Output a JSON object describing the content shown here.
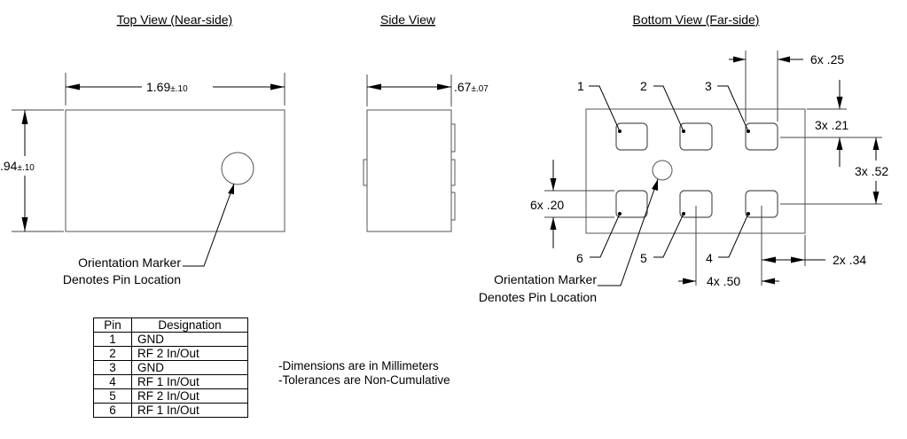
{
  "views": {
    "top_title": "Top View (Near-side)",
    "side_title": "Side View",
    "bottom_title": "Bottom View (Far-side)"
  },
  "dimensions": {
    "top_width": "1.69",
    "top_width_tol": "±.10",
    "top_height": ".94",
    "top_height_tol": "±.10",
    "side_thickness": ".67",
    "side_thickness_tol": "±.07",
    "pad_width": "6x .25",
    "pad_edge": "3x .21",
    "pad_row_pitch": "3x .52",
    "pad_height": "6x .20",
    "edge_offset": "2x .34",
    "pad_col_pitch": "4x .50"
  },
  "pin_callouts": [
    "1",
    "2",
    "3",
    "4",
    "5",
    "6"
  ],
  "orientation_marker": {
    "line1": "Orientation Marker",
    "line2": "Denotes Pin Location"
  },
  "pin_table": {
    "headers": [
      "Pin",
      "Designation"
    ],
    "rows": [
      [
        "1",
        "GND"
      ],
      [
        "2",
        "RF 2 In/Out"
      ],
      [
        "3",
        "GND"
      ],
      [
        "4",
        "RF 1 In/Out"
      ],
      [
        "5",
        "RF 2 In/Out"
      ],
      [
        "6",
        "RF 1 In/Out"
      ]
    ]
  },
  "notes": [
    "-Dimensions are in Millimeters",
    "-Tolerances are Non-Cumulative"
  ]
}
